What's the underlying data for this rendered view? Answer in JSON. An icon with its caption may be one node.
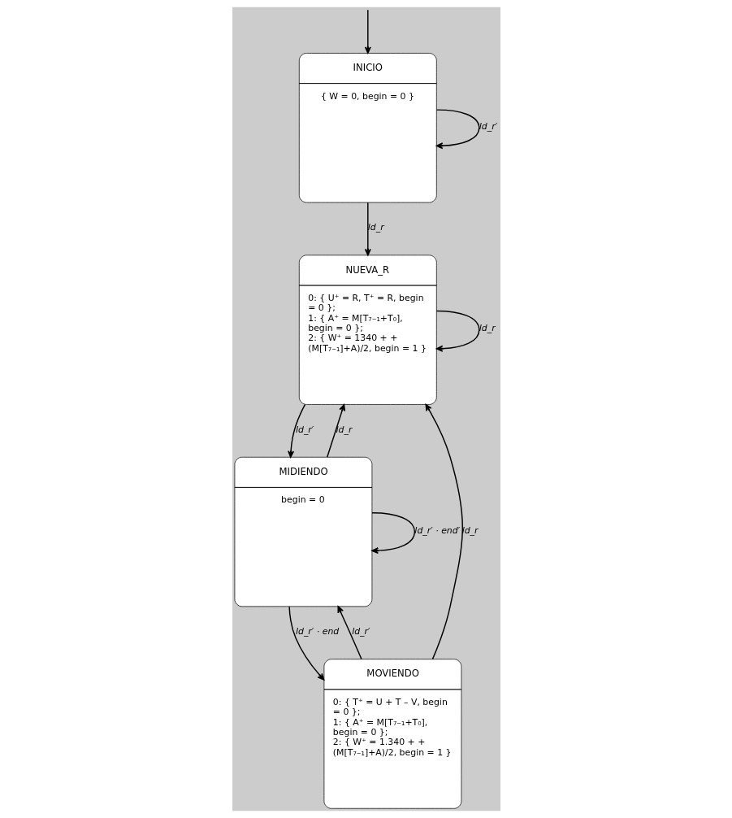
{
  "diagram": {
    "nodes": [
      {
        "text": [
          "INICIO",
          "{ W = 0, begin = 0 }"
        ]
      },
      {
        "text": [
          "NUEVA_R",
          "0: { U⁺ = R, T⁺ = R, begin = 0 };",
          "1: { A⁺ = M[T₇₋₁+T₀], begin = 0 };",
          "2: { W⁺ = 1340 + + (M[T₇₋₁]+A)/2, begin = 1 }"
        ]
      },
      {
        "text": [
          "MOVIENDO",
          "0: { T⁺ = U + T – V, begin = 0 };",
          "1: { A⁺ = M[T₇₋₁+T₀], begin = 0 };",
          "2: { W⁺ = 1.340 + + (M[T₇₋₁]+A)/2, begin = 1 }"
        ]
      },
      {
        "text": [
          "MIDIENDO",
          "begin = 0"
        ]
      }
    ],
    "edges": [
      {
        "from": null,
        "to": 0,
        "arrow": "to"
      },
      {
        "from": 0,
        "to": 0,
        "arrow": "to",
        "label": "ld_r′"
      },
      {
        "from": 0,
        "to": 1,
        "arrow": "to",
        "label": "ld_r"
      },
      {
        "from": 1,
        "to": 1,
        "arrow": "to",
        "label": "ld_r"
      },
      {
        "from": 1,
        "to": 3,
        "arrow": "to",
        "label": "ld_r′"
      },
      {
        "from": 3,
        "to": 1,
        "arrow": "to",
        "label": "ld_r"
      },
      {
        "from": 2,
        "to": 1,
        "arrow": "to",
        "label": "ld_r"
      },
      {
        "from": 3,
        "to": 2,
        "arrow": "to",
        "label": "ld_r′ · end"
      },
      {
        "from": 3,
        "to": 3,
        "arrow": "to",
        "label": "ld_r′ · end′"
      },
      {
        "from": 2,
        "to": 3,
        "arrow": "to",
        "label": "ld_r′"
      }
    ]
  }
}
